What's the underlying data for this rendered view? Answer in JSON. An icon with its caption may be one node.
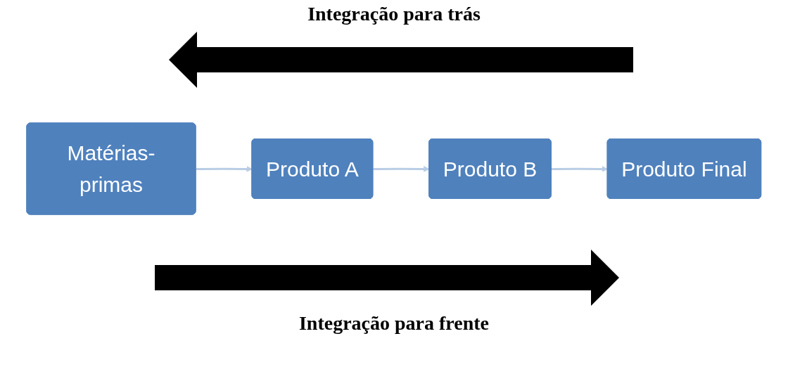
{
  "diagram": {
    "nodes": [
      {
        "text": [
          "Matérias-primas"
        ]
      },
      {
        "text": [
          "Produto A"
        ]
      },
      {
        "text": [
          "Produto B"
        ]
      },
      {
        "text": [
          "Produto Final"
        ]
      }
    ],
    "edges": [
      {
        "from": 0,
        "to": 1,
        "arrow": "to"
      },
      {
        "from": 1,
        "to": 2,
        "arrow": "to"
      },
      {
        "from": 2,
        "to": 3,
        "arrow": "to"
      }
    ],
    "labels": [
      "Integração para trás",
      "Integração para frente"
    ]
  }
}
